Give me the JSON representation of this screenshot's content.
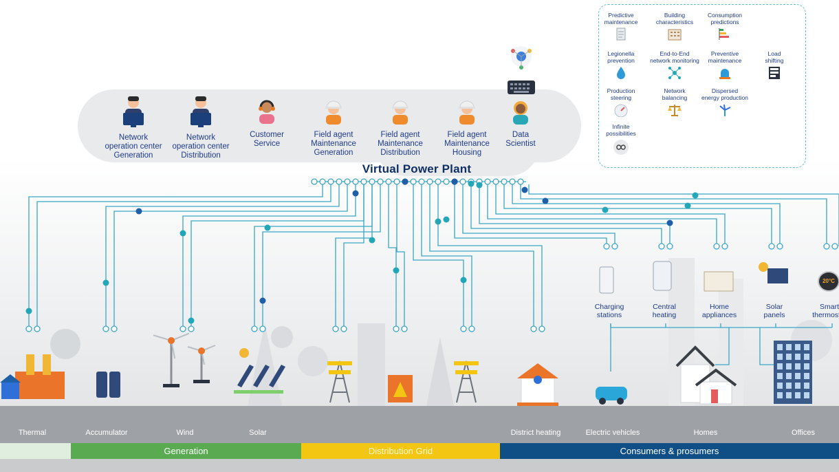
{
  "header": {
    "title": "Virtual Power Plant"
  },
  "roles": [
    {
      "label": "Network\noperation center\nGeneration",
      "icon": "operator-at-computer-icon"
    },
    {
      "label": "Network\noperation center\nDistribution",
      "icon": "operator-at-computer-icon"
    },
    {
      "label": "Customer\nService",
      "icon": "headset-agent-icon"
    },
    {
      "label": "Field agent\nMaintenance\nGeneration",
      "icon": "hardhat-worker-icon"
    },
    {
      "label": "Field agent\nMaintenance\nDistribution",
      "icon": "hardhat-worker-icon"
    },
    {
      "label": "Field agent\nMaintenance\nHousing",
      "icon": "hardhat-worker-icon"
    },
    {
      "label": "Data\nScientist",
      "icon": "data-scientist-icon"
    }
  ],
  "services": [
    {
      "label": "Predictive\nmaintenance",
      "icon": "document-icon"
    },
    {
      "label": "Building\ncharacteristics",
      "icon": "building-grid-icon"
    },
    {
      "label": "Consumption\npredictions",
      "icon": "bar-chart-icon"
    },
    {
      "label": "Legionella\nprevention",
      "icon": "water-drop-icon"
    },
    {
      "label": "End-to-End\nnetwork monitoring",
      "icon": "network-nodes-icon"
    },
    {
      "label": "Preventive\nmaintenance",
      "icon": "alarm-light-icon"
    },
    {
      "label": "Load\nshifting",
      "icon": "battery-levels-icon"
    },
    {
      "label": "Production\nsteering",
      "icon": "gauge-icon"
    },
    {
      "label": "Network\nbalancing",
      "icon": "scales-icon"
    },
    {
      "label": "Dispersed\nenergy production",
      "icon": "turbine-icon"
    },
    {
      "label": "Infinite\npossibilities",
      "icon": "infinity-icon"
    }
  ],
  "prosumer_nodes": [
    {
      "label": "Charging\nstations",
      "icon": "charging-station-icon"
    },
    {
      "label": "Central\nheating",
      "icon": "boiler-icon"
    },
    {
      "label": "Home\nappliances",
      "icon": "home-appliances-icon"
    },
    {
      "label": "Solar\npanels",
      "icon": "solar-panel-icon"
    },
    {
      "label": "Smart\nthermostat",
      "icon": "thermostat-icon"
    }
  ],
  "thermostat_display": "20°C",
  "ground_labels": [
    "Thermal",
    "Accumulator",
    "Wind",
    "Solar",
    "District heating",
    "Electric vehicles",
    "Homes",
    "Offices"
  ],
  "categories": [
    {
      "label": "",
      "color": "#dfeede"
    },
    {
      "label": "Generation",
      "color": "#5aaa52"
    },
    {
      "label": "Distribution Grid",
      "color": "#f3c613"
    },
    {
      "label": "Consumers & prosumers",
      "color": "#0f4f85"
    }
  ],
  "colors": {
    "line": "#3aa6c5",
    "node_dark": "#1f5fa8",
    "node_teal": "#23a7b8",
    "text_blue": "#1e3a8a",
    "ground": "#9ea1a5"
  }
}
